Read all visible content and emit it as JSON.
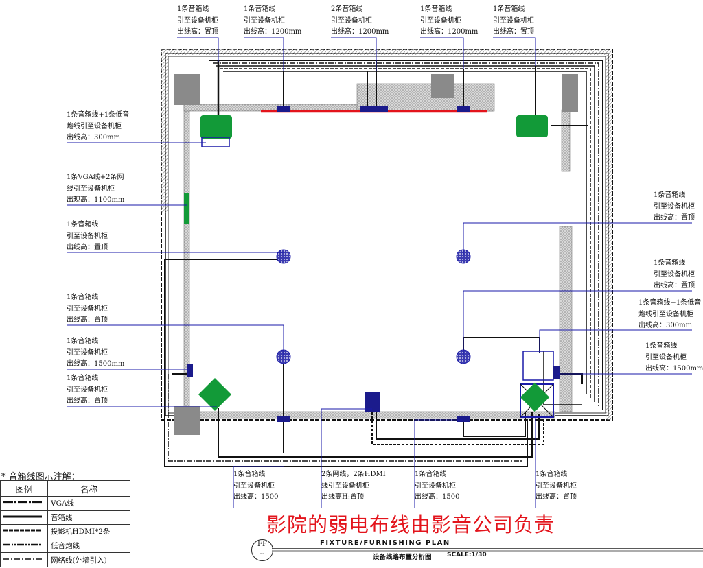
{
  "notes": [
    {
      "id": "n-top-1",
      "lines": [
        "1条音箱线",
        "引至设备机柜",
        "出线高：置顶"
      ]
    },
    {
      "id": "n-top-2",
      "lines": [
        "1条音箱线",
        "引至设备机柜",
        "出线高：1200mm"
      ]
    },
    {
      "id": "n-top-3",
      "lines": [
        "2条音箱线",
        "引至设备机柜",
        "出线高：1200mm"
      ]
    },
    {
      "id": "n-top-4",
      "lines": [
        "1条音箱线",
        "引至设备机柜",
        "出线高：1200mm"
      ]
    },
    {
      "id": "n-top-5",
      "lines": [
        "1条音箱线",
        "引至设备机柜",
        "出线高：置顶"
      ]
    },
    {
      "id": "n-left-1",
      "lines": [
        "1条音箱线+1条低音",
        "炮线引至设备机柜",
        "出线高：300mm"
      ]
    },
    {
      "id": "n-left-2",
      "lines": [
        "1条VGA线+2条网",
        "线引至设备机柜",
        "出现高：1100mm"
      ]
    },
    {
      "id": "n-left-3",
      "lines": [
        "1条音箱线",
        "引至设备机柜",
        "出线高：置顶"
      ]
    },
    {
      "id": "n-left-4",
      "lines": [
        "1条音箱线",
        "引至设备机柜",
        "出线高：置顶"
      ]
    },
    {
      "id": "n-left-5",
      "lines": [
        "1条音箱线",
        "引至设备机柜",
        "出线高：1500mm"
      ]
    },
    {
      "id": "n-left-6",
      "lines": [
        "1条音箱线",
        "引至设备机柜",
        "出线高：置顶"
      ]
    },
    {
      "id": "n-right-1",
      "lines": [
        "1条音箱线",
        "引至设备机柜",
        "出线高：置顶"
      ]
    },
    {
      "id": "n-right-2",
      "lines": [
        "1条音箱线",
        "引至设备机柜",
        "出线高：置顶"
      ]
    },
    {
      "id": "n-right-3",
      "lines": [
        "1条音箱线+1条低音",
        "炮线引至设备机柜",
        "出线高：300mm"
      ]
    },
    {
      "id": "n-right-4",
      "lines": [
        "1条音箱线",
        "引至设备机柜",
        "出线高：1500mm"
      ]
    },
    {
      "id": "n-bot-1",
      "lines": [
        "1条音箱线",
        "引至设备机柜",
        "出线高：1500"
      ]
    },
    {
      "id": "n-bot-2",
      "lines": [
        "2条网线，2条HDMI",
        "线引至设备机柜",
        "出线高H:置顶"
      ]
    },
    {
      "id": "n-bot-3",
      "lines": [
        "1条音箱线",
        "引至设备机柜",
        "出线高：1500"
      ]
    },
    {
      "id": "n-bot-4",
      "lines": [
        "1条音箱线",
        "引至设备机柜",
        "出线高：置顶"
      ]
    }
  ],
  "legend": {
    "title": "* 音箱线图示注解：",
    "col_symbol": "图例",
    "col_name": "名称",
    "rows": [
      {
        "name": "VGA线",
        "style": "vga"
      },
      {
        "name": "音箱线",
        "style": "speaker"
      },
      {
        "name": "投影机HDMI*2条",
        "style": "hdmi"
      },
      {
        "name": "低音炮线",
        "style": "sub"
      },
      {
        "name": "网络线(外墙引入)",
        "style": "net"
      }
    ]
  },
  "responsibility_note": "影院的弱电布线由影音公司负责",
  "title_block": {
    "drawing_no": "FF",
    "sheet": "--",
    "title_en": "FIXTURE/FURNISHING PLAN",
    "title_cn": "设备线路布置分析图",
    "scale": "SCALE:1/30"
  },
  "colors": {
    "accent_red": "#e3141c",
    "leader_blue": "#1a1aa8",
    "speaker_green": "#129a38",
    "jack_navy": "#1b1b8c"
  }
}
